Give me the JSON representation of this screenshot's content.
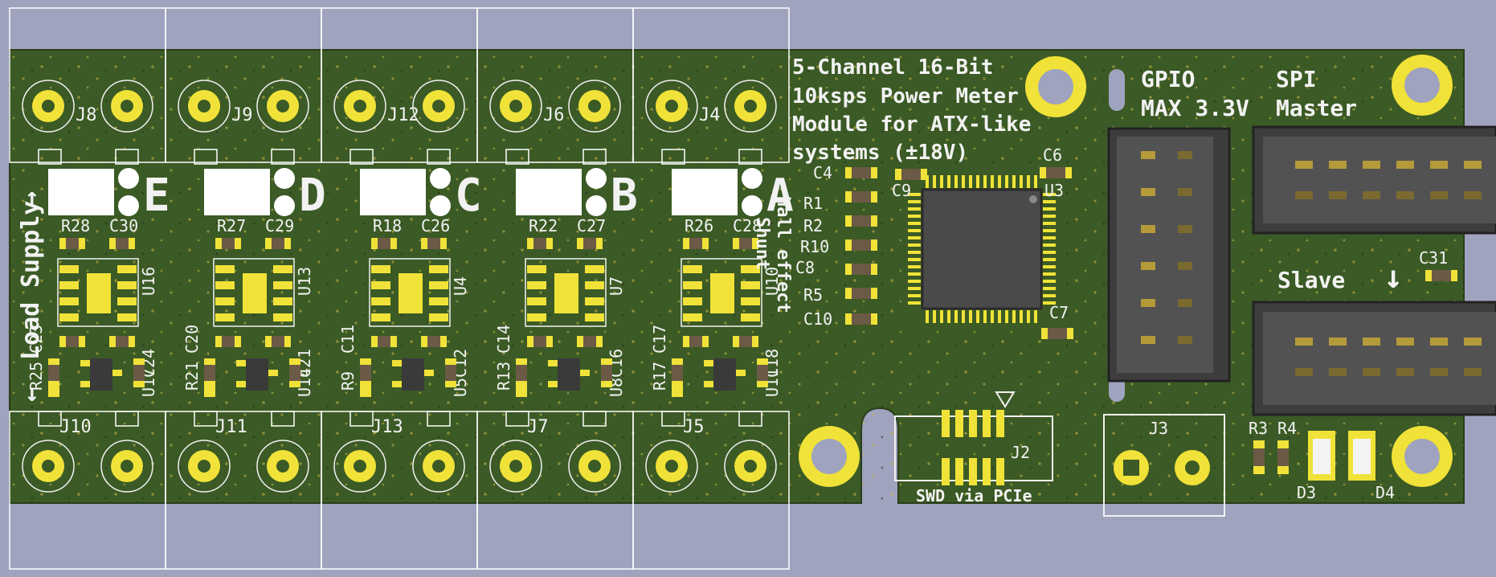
{
  "title_lines": [
    "5-Channel 16-Bit",
    "10ksps Power Meter",
    "Module for ATX-like",
    "systems (±18V)"
  ],
  "connector_labels": {
    "gpio_line1": "GPIO",
    "gpio_line2": "MAX 3.3V",
    "spi_line1": "SPI",
    "spi_line2": "Master",
    "slave": "Slave",
    "swd": "SWD via PCIe"
  },
  "side_labels": {
    "load": "Load",
    "supply": "Supply",
    "hall_effect": "Hall effect",
    "shunt": "Shunt"
  },
  "channels": [
    {
      "letter": "E",
      "top_conn": "J8",
      "bot_conn": "J10",
      "r_top": "R28",
      "c_top": "C30",
      "u_main": "U16",
      "c_left": "C23",
      "c_right": "C24",
      "r_bot": "R25",
      "u_small": "U17"
    },
    {
      "letter": "D",
      "top_conn": "J9",
      "bot_conn": "J11",
      "r_top": "R27",
      "c_top": "C29",
      "u_main": "U13",
      "c_left": "C20",
      "c_right": "C21",
      "r_bot": "R21",
      "u_small": "U14"
    },
    {
      "letter": "C",
      "top_conn": "J12",
      "bot_conn": "J13",
      "r_top": "R18",
      "c_top": "C26",
      "u_main": "U4",
      "c_left": "C11",
      "c_right": "C12",
      "r_bot": "R9",
      "u_small": "U5"
    },
    {
      "letter": "B",
      "top_conn": "J6",
      "bot_conn": "J7",
      "r_top": "R22",
      "c_top": "C27",
      "u_main": "U7",
      "c_left": "C14",
      "c_right": "C16",
      "r_bot": "R13",
      "u_small": "U8"
    },
    {
      "letter": "A",
      "top_conn": "J4",
      "bot_conn": "J5",
      "r_top": "R26",
      "c_top": "C28",
      "u_main": "U10",
      "c_left": "C17",
      "c_right": "C18",
      "r_bot": "R17",
      "u_small": "U11"
    }
  ],
  "mcu_labels": {
    "c4": "C4",
    "r1": "R1",
    "r2": "R2",
    "r10": "R10",
    "c8": "C8",
    "r5": "R5",
    "c10": "C10",
    "c9": "C9",
    "c6": "C6",
    "u3": "U3",
    "c7": "C7",
    "c31": "C31",
    "j2": "J2",
    "j3": "J3",
    "r3": "R3",
    "r4": "R4",
    "d3": "D3",
    "d4": "D4"
  },
  "colors": {
    "background": "#9fa3be",
    "pcb": "#3b5a25",
    "silk": "#f2f2f2",
    "pad": "#f0e238",
    "ic": "#3a3a3a",
    "connector": "#4a4a4a"
  }
}
